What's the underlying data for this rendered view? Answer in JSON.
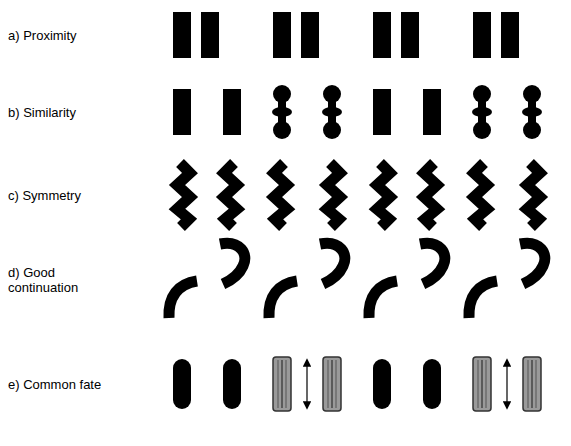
{
  "diagram": {
    "labels": [
      "a) Proximity",
      "b) Similarity",
      "c) Symmetry",
      "d) Good continuation",
      "e) Common fate"
    ]
  }
}
